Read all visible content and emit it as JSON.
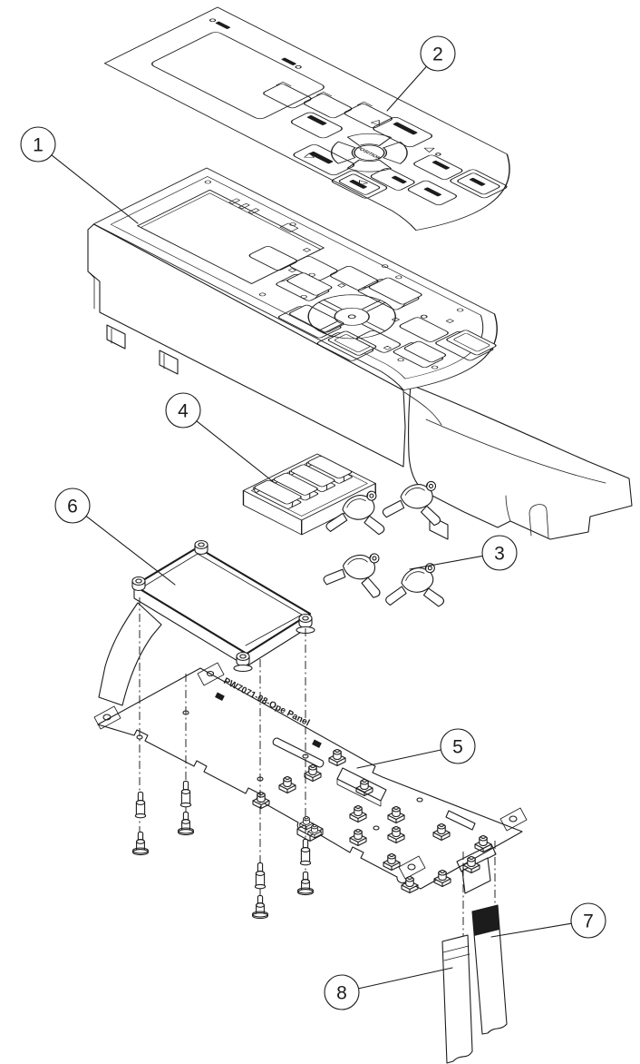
{
  "colors": {
    "background": "#ffffff",
    "line": "#1c1c1c"
  },
  "diagram": {
    "type": "exploded-parts-diagram",
    "pcb_silkscreen_label": "PW7071-08-Ope Panel",
    "keypad_center_label": "POSITION",
    "callouts": [
      {
        "label": "1",
        "part": "front-panel-housing"
      },
      {
        "label": "2",
        "part": "panel-overlay-sheet"
      },
      {
        "label": "3",
        "part": "key-clips"
      },
      {
        "label": "4",
        "part": "key-block"
      },
      {
        "label": "5",
        "part": "operation-panel-pcb"
      },
      {
        "label": "6",
        "part": "lcd-module"
      },
      {
        "label": "7",
        "part": "ribbon-cable"
      },
      {
        "label": "8",
        "part": "flat-cable"
      }
    ]
  }
}
